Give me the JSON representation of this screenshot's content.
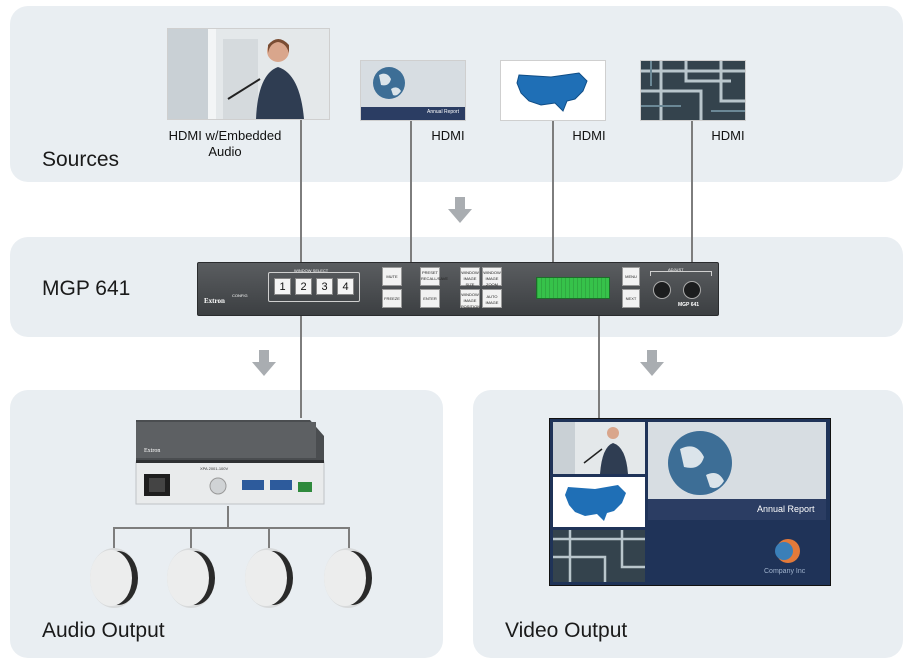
{
  "panels": {
    "sources": "Sources",
    "processor": "MGP 641",
    "audio": "Audio Output",
    "video": "Video Output"
  },
  "sources": [
    {
      "label_line1": "HDMI w/Embedded",
      "label_line2": "Audio"
    },
    {
      "label_line1": "HDMI",
      "label_line2": ""
    },
    {
      "label_line1": "HDMI",
      "label_line2": ""
    },
    {
      "label_line1": "HDMI",
      "label_line2": ""
    }
  ],
  "thumb_text": {
    "annual_report": "Annual Report"
  },
  "device": {
    "brand": "Extron",
    "window_select": "WINDOW SELECT",
    "numbers": [
      "1",
      "2",
      "3",
      "4"
    ],
    "config": "CONFIG",
    "mute": "MUTE",
    "freeze": "FREEZE",
    "preset": "PRESET RECALL/SAVE",
    "enter": "ENTER",
    "win_image_size": "WINDOW IMAGE SIZE",
    "win_image_zoom": "WINDOW IMAGE ZOOM",
    "win_image_position": "WINDOW IMAGE POSITION",
    "auto_image": "AUTO IMAGE",
    "menu": "MENU",
    "next": "NEXT",
    "adjust": "ADJUST",
    "model": "MGP 641"
  },
  "amp": {
    "brand": "Extron",
    "model": "XPA 2001-100V"
  },
  "video_output": {
    "annual_report": "Annual Report",
    "company": "Company Inc"
  },
  "colors": {
    "panel": "#e9eef2",
    "line": "#7d7d7d",
    "arrow": "#a9adb1",
    "display_green": "#36c24a"
  }
}
